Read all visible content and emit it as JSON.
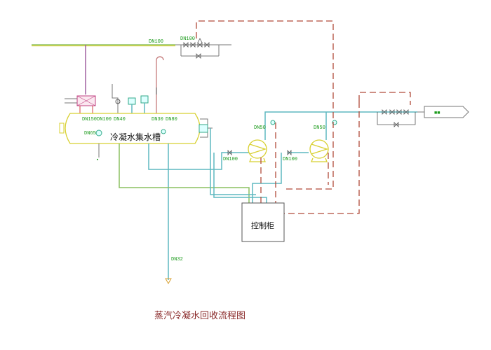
{
  "title": "蒸汽冷凝水回收流程图",
  "tank": {
    "label": "冷凝水集水槽"
  },
  "cabinet": {
    "label": "控制柜"
  },
  "labels": {
    "main_steam": "DN100",
    "steam_valve_group": "DN100",
    "tank_nozzle_1": "DN150",
    "tank_nozzle_2": "DN100",
    "tank_nozzle_3": "DN40",
    "tank_nozzle_4": "DN30",
    "tank_nozzle_5": "DN80",
    "tank_drain": "DN65",
    "pump1_suction": "DN100",
    "pump2_suction": "DN100",
    "pump1_discharge": "DN50",
    "pump2_discharge": "DN50",
    "drain_line": "DN32"
  },
  "colors": {
    "water_pipe": "#5fb8c0",
    "steam_pipe": "#8cc060",
    "signal_line": "#b04a3a",
    "equipment": "#d8d030"
  }
}
